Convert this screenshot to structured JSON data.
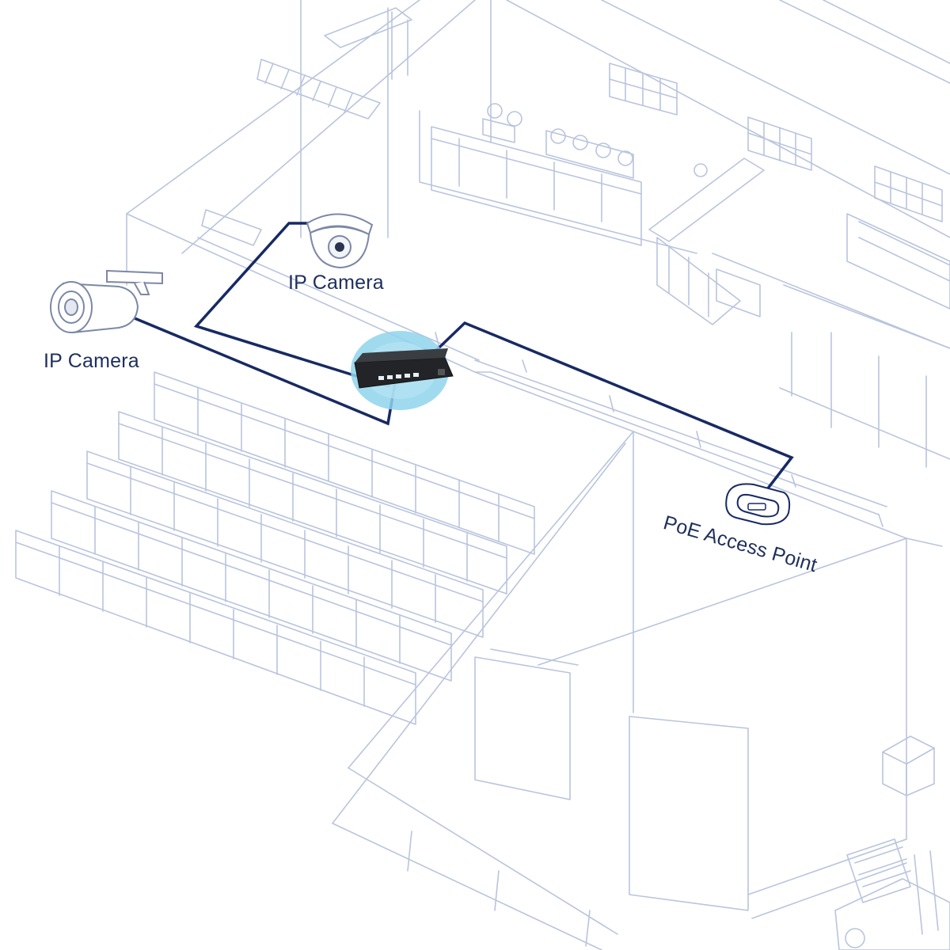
{
  "colors": {
    "background": "#ffffff",
    "building_line": "#b9c4dd",
    "cable": "#172a63",
    "label_text": "#1e2f5c",
    "switch_glow": "#8fd3ec",
    "switch_body": "#222427"
  },
  "devices": [
    {
      "id": "ip-camera-dome",
      "icon": "dome-camera-icon",
      "label": "IP Camera"
    },
    {
      "id": "ip-camera-bullet",
      "icon": "bullet-camera-icon",
      "label": "IP Camera"
    },
    {
      "id": "poe-access-point",
      "icon": "access-point-icon",
      "label": "PoE Access Point"
    },
    {
      "id": "poe-switch",
      "icon": "network-switch-icon",
      "label": ""
    }
  ],
  "connections": [
    {
      "from": "poe-switch",
      "to": "ip-camera-dome"
    },
    {
      "from": "poe-switch",
      "to": "ip-camera-bullet"
    },
    {
      "from": "poe-switch",
      "to": "poe-access-point"
    }
  ]
}
